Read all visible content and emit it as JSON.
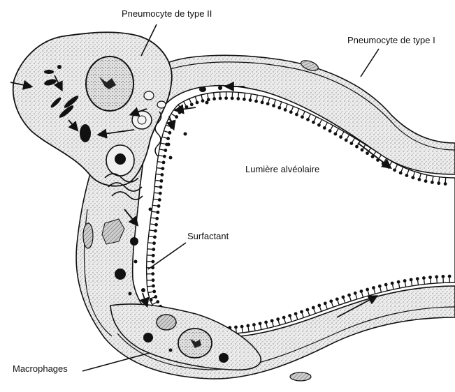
{
  "labels": {
    "pneumocyte_type2": "Pneumocyte de type II",
    "pneumocyte_type1": "Pneumocyte de type I",
    "alveolar_lumen": "Lumière alvéolaire",
    "surfactant": "Surfactant",
    "macrophages": "Macrophages"
  },
  "colors": {
    "ink": "#111111",
    "cell_fill": "#e9e9e9",
    "lumen_fill": "#ffffff",
    "nucleus_fill": "#d4d4d4"
  }
}
